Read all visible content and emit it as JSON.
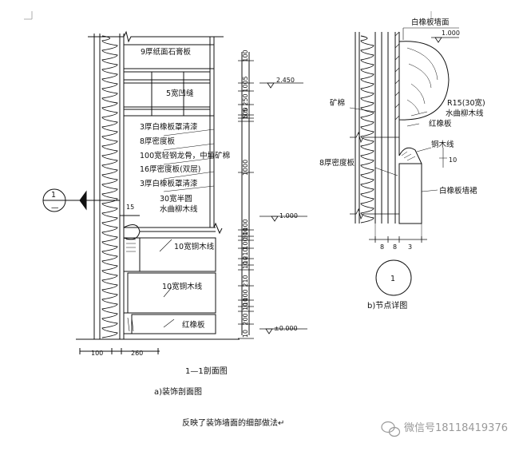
{
  "section_a": {
    "labels": {
      "gypsum": "9厚纸面石膏板",
      "groove": "5宽凹缝",
      "paint1": "3厚白橡板罩清漆",
      "mdf1": "8厚密度板",
      "keel": "100宽轻钢龙骨，中填矿棉",
      "mdf2": "16厚密度板(双层)",
      "paint2": "3厚白橡板罩清漆",
      "halfround_1": "30宽半圆",
      "halfround_2": "水曲柳木线",
      "copper1": "10宽铜木线",
      "copper2": "10宽铜木线",
      "redoak": "红橡板",
      "n15": "15"
    },
    "vertical_dims": [
      "100",
      "5",
      "100",
      "250",
      "5",
      "100",
      "5",
      "1000",
      "100",
      "10",
      "30",
      "100",
      "210",
      "10",
      "10",
      "210",
      "100",
      "10",
      "10",
      "200",
      "10"
    ],
    "elevations": [
      "2.450",
      "1.000",
      "±0.000"
    ],
    "bottom_dims": [
      "100",
      "260"
    ],
    "callout": {
      "top": "1",
      "bottom": "—"
    },
    "title": "1—1剖面图",
    "subtitle": "a)装饰剖面图"
  },
  "section_b": {
    "labels": {
      "wall_top": "白橡板墙面",
      "elev": "1.000",
      "wool": "矿棉",
      "r15_1": "R15(30宽)",
      "r15_2": "水曲柳木线",
      "redoak": "红橡板",
      "copper": "铜木线",
      "mdf": "8厚密度板",
      "skirt": "白橡板墙裙",
      "ten": "10"
    },
    "bottom_dims": [
      "8",
      "8",
      "3"
    ],
    "detail_no": "1",
    "subtitle": "b)节点详图"
  },
  "caption": "反映了装饰墙面的细部做法↵",
  "watermark": {
    "icon": "wechat-icon",
    "text": "微信号18118419376"
  }
}
